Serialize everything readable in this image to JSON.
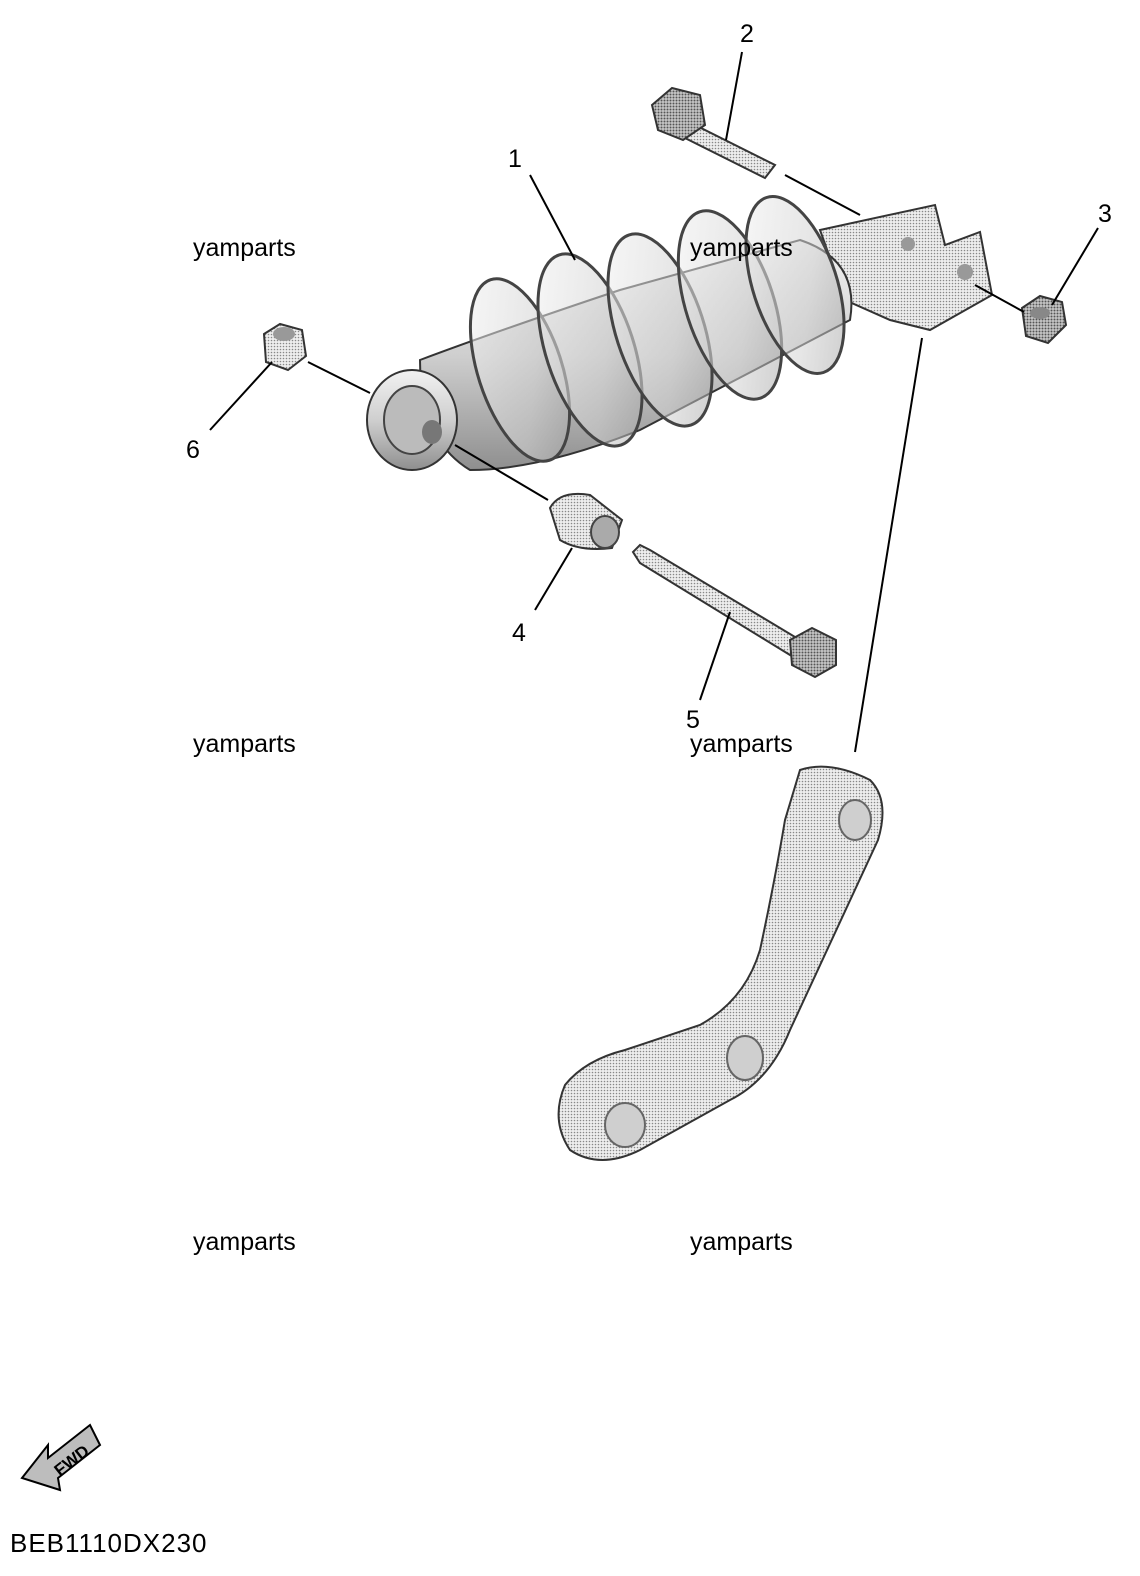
{
  "callouts": {
    "c1": "1",
    "c2": "2",
    "c3": "3",
    "c4": "4",
    "c5": "5",
    "c6": "6"
  },
  "watermarks": [
    "yamparts",
    "yamparts",
    "yamparts",
    "yamparts",
    "yamparts",
    "yamparts"
  ],
  "fwd_label": "FWD",
  "diagram_code": "BEB1110DX230",
  "colors": {
    "part_fill": "#d9d9d9",
    "part_dark": "#a6a6a6",
    "part_light": "#eeeeee",
    "line": "#000000"
  },
  "parts": [
    {
      "id": "1",
      "icon": "shock-absorber-icon"
    },
    {
      "id": "2",
      "icon": "bolt-icon"
    },
    {
      "id": "3",
      "icon": "nut-icon"
    },
    {
      "id": "4",
      "icon": "collar-icon"
    },
    {
      "id": "5",
      "icon": "bolt-icon"
    },
    {
      "id": "6",
      "icon": "collar-icon"
    }
  ]
}
